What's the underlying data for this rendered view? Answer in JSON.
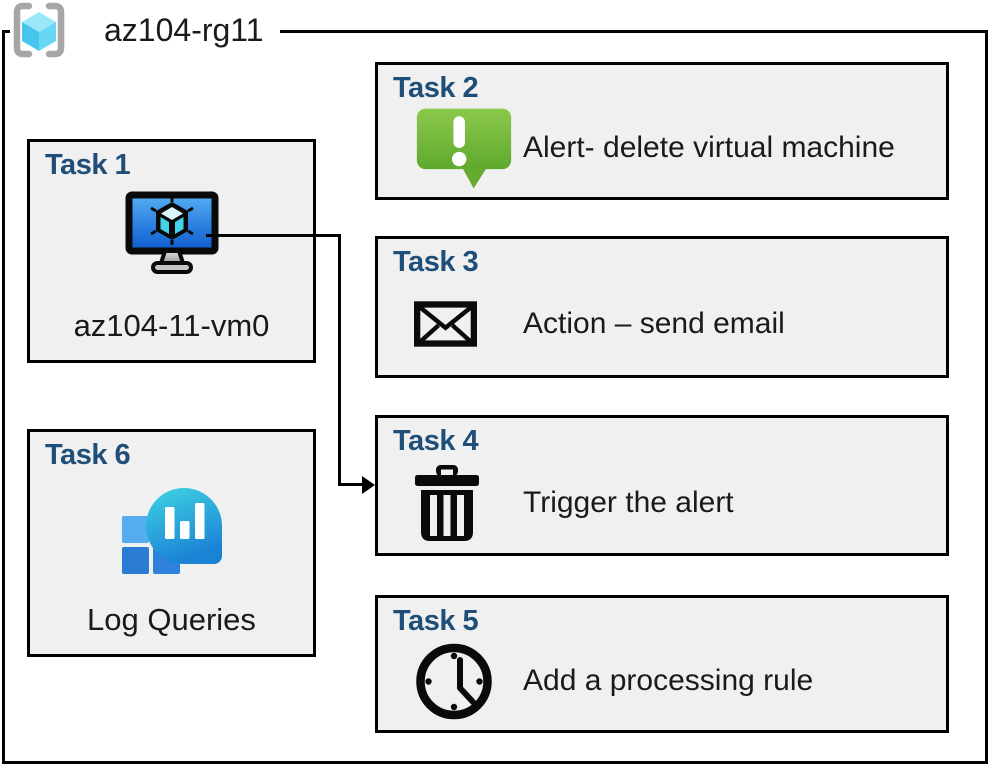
{
  "resource_group": {
    "name": "az104-rg11",
    "icon": "resource-group-icon"
  },
  "tasks": [
    {
      "title": "Task 1",
      "label": "az104-11-vm0",
      "icon": "virtual-machine-icon"
    },
    {
      "title": "Task 2",
      "label": "Alert- delete virtual machine",
      "icon": "alert-message-icon"
    },
    {
      "title": "Task 3",
      "label": "Action – send email",
      "icon": "email-envelope-icon"
    },
    {
      "title": "Task 4",
      "label": "Trigger the alert",
      "icon": "trash-icon"
    },
    {
      "title": "Task 5",
      "label": "Add a processing rule",
      "icon": "clock-icon"
    },
    {
      "title": "Task 6",
      "label": "Log Queries",
      "icon": "log-analytics-icon"
    }
  ],
  "connector": {
    "from": "Task 1 virtual machine",
    "to": "Task 4"
  },
  "colors": {
    "task_title_blue": "#1F4E79",
    "box_background": "#F0F0F0",
    "box_border": "#000000",
    "alert_green_top": "#8CC94D",
    "alert_green_bottom": "#5FA92C",
    "vm_screen_top": "#55ADF4",
    "vm_screen_bottom": "#0C5CCE",
    "cube_cyan": "#43D2EA",
    "log_bubble_top": "#3FD4E2",
    "log_bubble_bottom": "#1B83D6",
    "log_square_light": "#55ACEE",
    "log_square_dark": "#2B7CD3",
    "rg_bracket_gray": "#A6A6A6"
  }
}
